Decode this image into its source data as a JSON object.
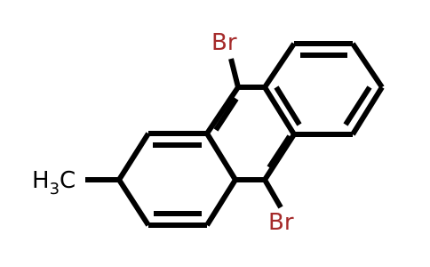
{
  "molecule": {
    "atoms": {
      "br_top": {
        "text": "Br",
        "color": "#a52a2a"
      },
      "br_bottom": {
        "text": "Br",
        "color": "#a52a2a"
      },
      "methyl": {
        "main": "H",
        "sub": "3",
        "tail": "C",
        "color": "#000000"
      }
    },
    "bond_color": "#000000"
  }
}
